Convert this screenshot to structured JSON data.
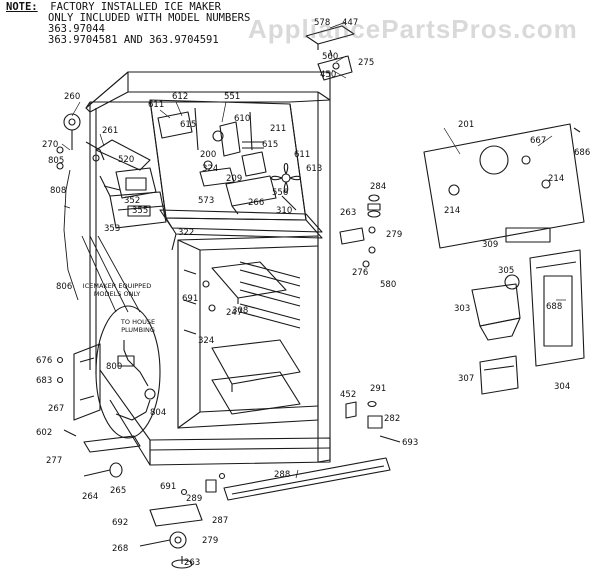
{
  "note": {
    "label": "NOTE:",
    "lines": [
      "FACTORY INSTALLED ICE MAKER",
      "ONLY INCLUDED WITH MODEL NUMBERS",
      "363.97044",
      "363.9704581 AND 363.9704591"
    ]
  },
  "watermark": "AppliancePartsPros.com",
  "callouts": {
    "icemaker_equipped": "ICEMAKER EQUIPPED MODELS ONLY",
    "to_house_plumbing": "TO HOUSE PLUMBING"
  },
  "part_numbers": [
    "578",
    "447",
    "560",
    "275",
    "450",
    "260",
    "611",
    "612",
    "551",
    "615",
    "610",
    "211",
    "261",
    "270",
    "805",
    "520",
    "200",
    "615",
    "611",
    "613",
    "324",
    "209",
    "573",
    "266",
    "556",
    "310",
    "808",
    "352",
    "355",
    "353",
    "322",
    "284",
    "263",
    "279",
    "276",
    "580",
    "201",
    "667",
    "686",
    "214",
    "214",
    "309",
    "305",
    "303",
    "688",
    "806",
    "691",
    "308",
    "247",
    "324",
    "676",
    "683",
    "267",
    "800",
    "804",
    "452",
    "291",
    "282",
    "693",
    "602",
    "277",
    "288",
    "691",
    "264",
    "265",
    "289",
    "287",
    "692",
    "268",
    "279",
    "263",
    "307",
    "304"
  ],
  "diagram": {
    "style": "exploded parts line drawing",
    "colors": {
      "ink": "#1a1a1a",
      "paper": "#ffffff"
    }
  }
}
